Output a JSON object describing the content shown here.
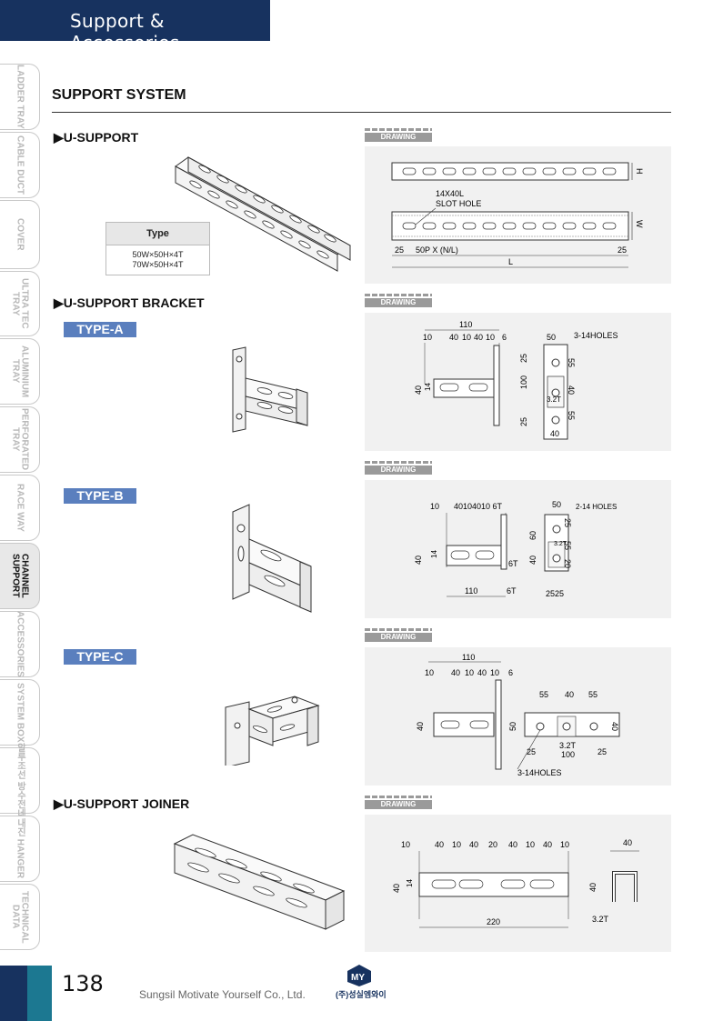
{
  "header": {
    "title": "Support & Accessories"
  },
  "sidebar": [
    {
      "label": "LADDER TRAY",
      "active": false
    },
    {
      "label": "CABLE DUCT",
      "active": false
    },
    {
      "label": "COVER",
      "active": false
    },
    {
      "label": "ULTRA TEC\nTRAY",
      "active": false
    },
    {
      "label": "ALUMINIUM\nTRAY",
      "active": false
    },
    {
      "label": "PERFORATED\nTRAY",
      "active": false
    },
    {
      "label": "RACE WAY",
      "active": false
    },
    {
      "label": "CHANNEL\nSUPPORT",
      "active": true
    },
    {
      "label": "ACCESSORIES",
      "active": false
    },
    {
      "label": "SYSTEM BOX",
      "active": false
    },
    {
      "label": "알루조선 방수전네",
      "active": false
    },
    {
      "label": "내진 HANGER",
      "active": false
    },
    {
      "label": "TECHNICAL\nDATA",
      "active": false
    }
  ],
  "page": {
    "title": "SUPPORT SYSTEM"
  },
  "sections": {
    "u_support": "▶U-SUPPORT",
    "bracket": "▶U-SUPPORT BRACKET",
    "joiner": "▶U-SUPPORT JOINER"
  },
  "type_table": {
    "header": "Type",
    "rows": [
      "50W×50H×4T",
      "70W×50H×4T"
    ]
  },
  "types": {
    "a": "TYPE-A",
    "b": "TYPE-B",
    "c": "TYPE-C"
  },
  "drawing_label": "DRAWING",
  "drawings": {
    "u_support": {
      "h": "H",
      "w": "W",
      "slot1": "14X40L",
      "slot2": "SLOT HOLE",
      "left": "25",
      "pitch": "50P X (N/L)",
      "right": "25",
      "length": "L"
    },
    "type_a": {
      "d110": "110",
      "d10a": "10",
      "d40a": "40",
      "d10b": "10",
      "d40b": "40",
      "d10c": "10",
      "d6": "6",
      "d50": "50",
      "holes": "3-14HOLES",
      "d25a": "25",
      "d55a": "55",
      "d100": "100",
      "d40c": "40",
      "d40h": "40",
      "d14": "14",
      "t": "3.2T",
      "d25b": "25",
      "d55b": "55",
      "d40d": "40"
    },
    "type_b": {
      "d10": "10",
      "seq": "40104010 6T",
      "d50": "50",
      "holes": "2-14 HOLES",
      "d60": "60",
      "d40a": "40",
      "d25": "25",
      "d55": "55",
      "d20": "20",
      "t": "3.2T",
      "d40h": "40",
      "d14": "14",
      "d6t": "6T",
      "d110": "110",
      "d6t2": "6T",
      "d2525": "2525"
    },
    "type_c": {
      "d110": "110",
      "d10a": "10",
      "d40a": "40",
      "d10b": "10",
      "d40b": "40",
      "d10c": "10",
      "d6": "6",
      "d55a": "55",
      "d40c": "40",
      "d55b": "55",
      "d40h": "40",
      "d50": "50",
      "d40r": "40",
      "t": "3.2T",
      "d25a": "25",
      "d100": "100",
      "d25b": "25",
      "holes": "3-14HOLES"
    },
    "joiner": {
      "d10a": "10",
      "d40a": "40",
      "d10b": "10",
      "d40b": "40",
      "d20": "20",
      "d40c": "40",
      "d10c": "10",
      "d40d": "40",
      "d10d": "10",
      "d40top": "40",
      "d40h": "40",
      "d14": "14",
      "d40s": "40",
      "d220": "220",
      "t": "3.2T"
    }
  },
  "footer": {
    "page_number": "138",
    "company": "Sungsil Motivate Yourself Co., Ltd.",
    "logo_text": "(주)성실엠와이",
    "logo_letters": "MY"
  }
}
